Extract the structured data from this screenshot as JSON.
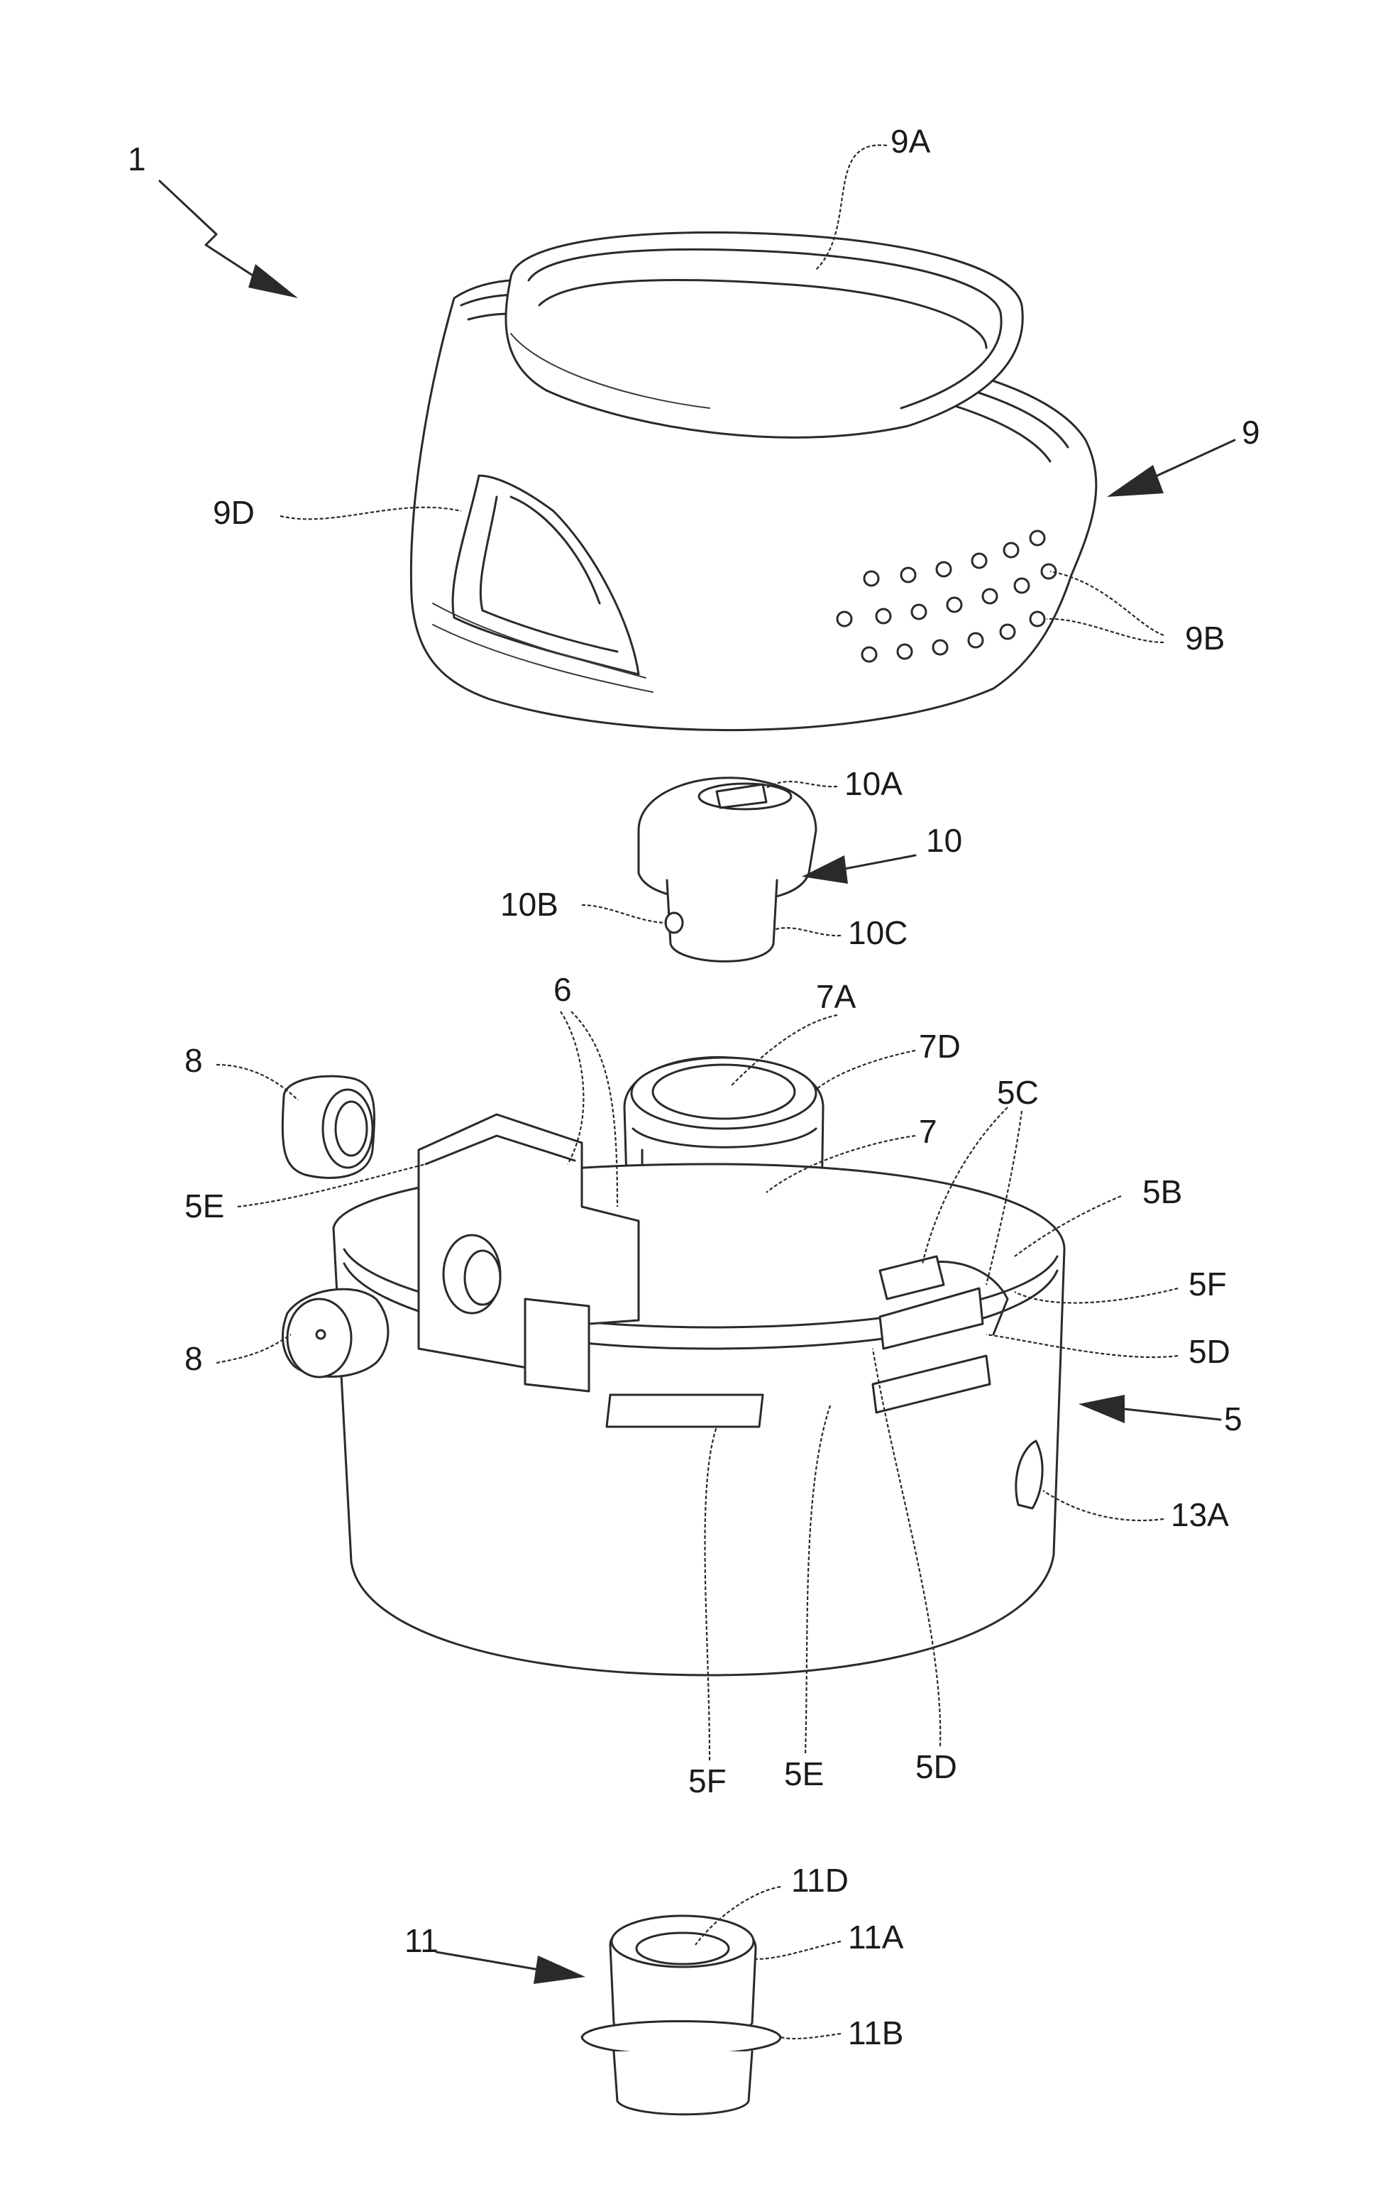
{
  "figure": {
    "labels": {
      "l1": "1",
      "l9A": "9A",
      "l9": "9",
      "l9D": "9D",
      "l9B": "9B",
      "l10A": "10A",
      "l10": "10",
      "l10B": "10B",
      "l10C": "10C",
      "l6": "6",
      "l7A": "7A",
      "l7D": "7D",
      "l7": "7",
      "l8a": "8",
      "l8b": "8",
      "l5C": "5C",
      "l5B": "5B",
      "l5E_left": "5E",
      "l5F_right": "5F",
      "l5D_right": "5D",
      "l5": "5",
      "l13A": "13A",
      "l5F_bottom": "5F",
      "l5E_bottom": "5E",
      "l5D_bottom": "5D",
      "l11D": "11D",
      "l11": "11",
      "l11A": "11A",
      "l11B": "11B"
    }
  }
}
